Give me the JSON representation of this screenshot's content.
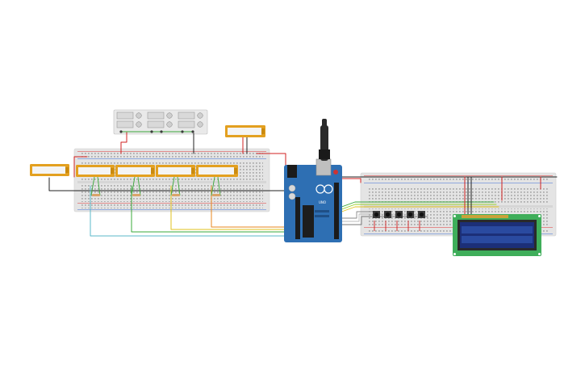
{
  "colors": {
    "background": "#ffffff",
    "breadboard": "#e6e6e6",
    "breadboard_hole": "#7a7a7a",
    "rail_red": "#d33",
    "rail_blue": "#3a6fd6",
    "arduino": "#2e6fb3",
    "arduino_dark": "#1f4f86",
    "lcd_board": "#3fae5a",
    "lcd_screen": "#1c2f78",
    "sensor_frame": "#e3a020",
    "sensor_face": "#f4f4f4",
    "wire_black": "#222222",
    "wire_red": "#d02020",
    "wire_green": "#3aa83a",
    "wire_yellow": "#e2c21c",
    "wire_orange": "#e8871e",
    "wire_cyan": "#5bb8c8",
    "wire_lime": "#9ad12c"
  },
  "components": {
    "arduino_label": "UNO",
    "arduino_brand": "ARDUINO",
    "sensor_count": 6,
    "pushbutton_count": 5,
    "resistor_count": 5,
    "lcd_columns": 16,
    "lcd_rows": 2
  },
  "icons": {
    "usb_plug": "usb-cable-icon",
    "power_jack": "dc-barrel-jack-icon"
  }
}
